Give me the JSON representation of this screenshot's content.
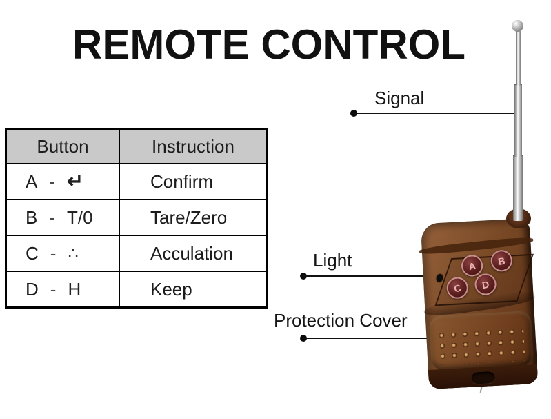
{
  "title": "REMOTE CONTROL",
  "table": {
    "headers": [
      "Button",
      "Instruction"
    ],
    "rows": [
      {
        "letter": "A",
        "sep": "-",
        "symbol": "↵",
        "instruction": "Confirm"
      },
      {
        "letter": "B",
        "sep": "-",
        "symbol": "T/0",
        "instruction": "Tare/Zero"
      },
      {
        "letter": "C",
        "sep": "-",
        "symbol": "∴",
        "instruction": "Acculation"
      },
      {
        "letter": "D",
        "sep": "-",
        "symbol": "H",
        "instruction": "Keep"
      }
    ]
  },
  "callouts": {
    "signal": "Signal",
    "light": "Light",
    "protection_cover": "Protection Cover"
  },
  "remote": {
    "button_a": "A",
    "button_b": "B",
    "button_c": "C",
    "button_d": "D"
  },
  "colors": {
    "header_bg": "#c9c9c9",
    "body_brown": "#7a4a27",
    "button_maroon": "#5c1f1f",
    "button_text": "#eab2b2",
    "antenna_silver": "#d9d9d9",
    "line_black": "#111111"
  }
}
